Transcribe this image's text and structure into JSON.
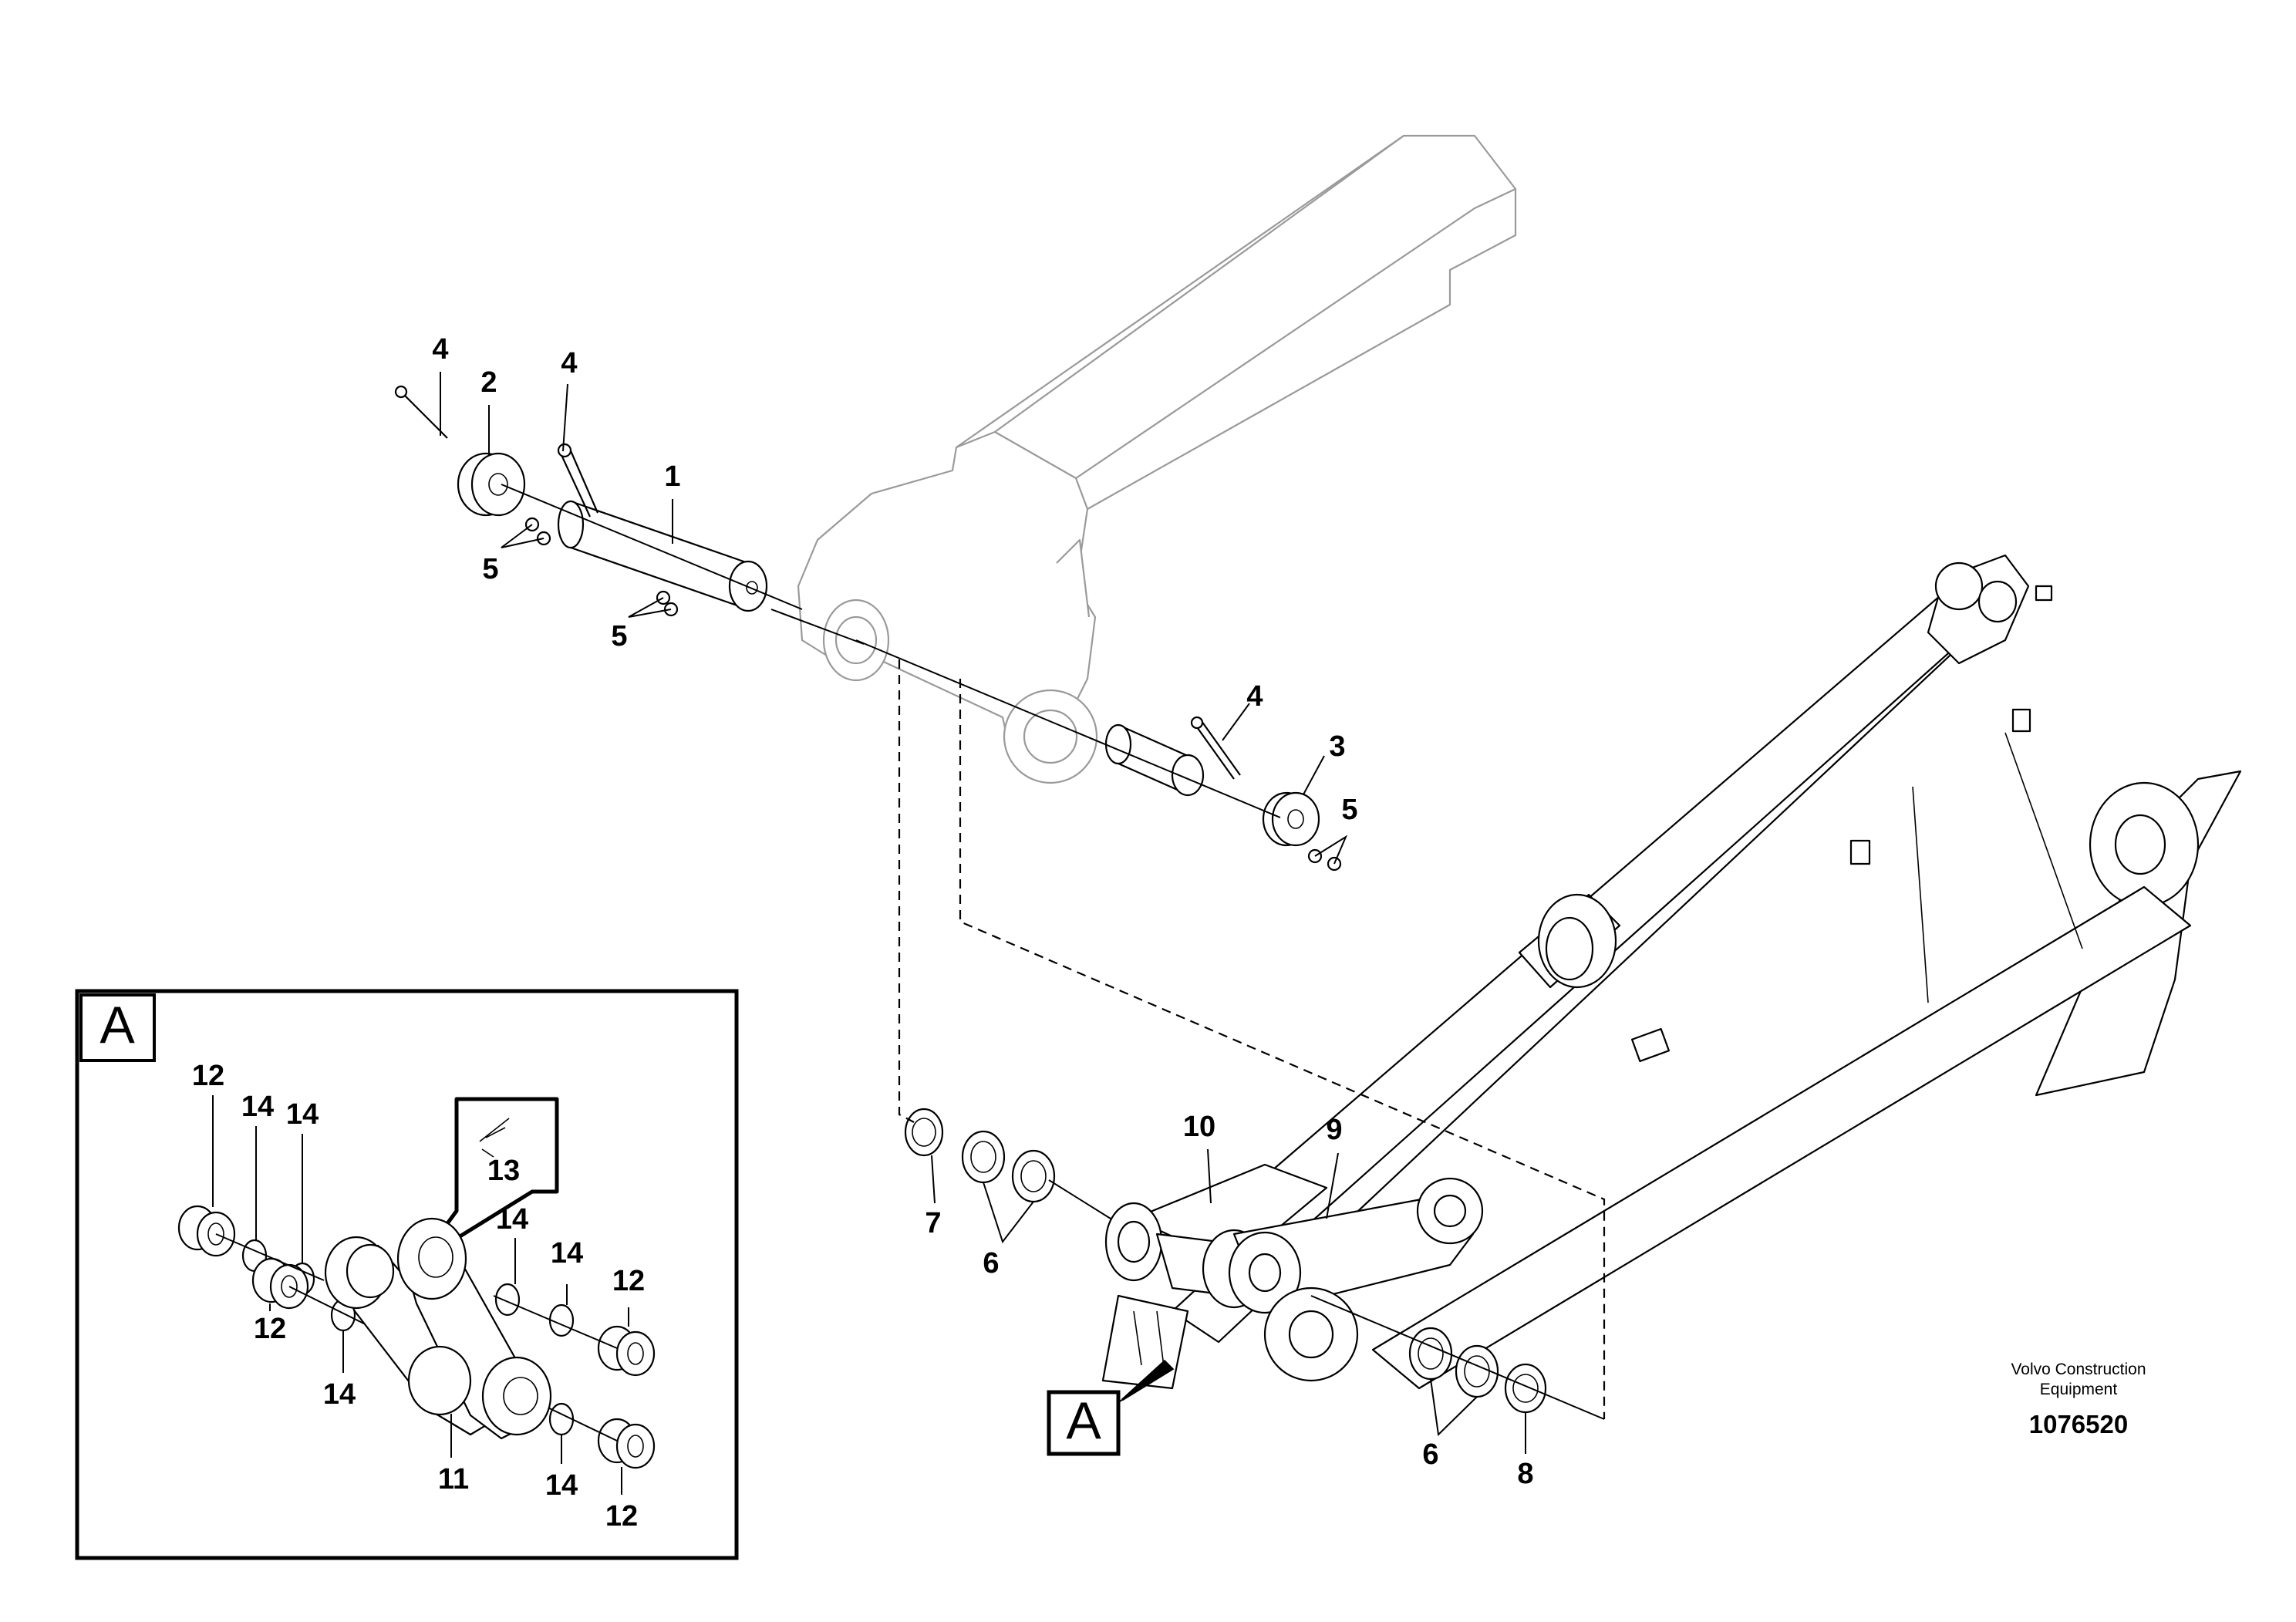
{
  "diagram": {
    "callouts_main": [
      {
        "id": "c-4a",
        "text": "4"
      },
      {
        "id": "c-2",
        "text": "2"
      },
      {
        "id": "c-4b",
        "text": "4"
      },
      {
        "id": "c-1",
        "text": "1"
      },
      {
        "id": "c-5a",
        "text": "5"
      },
      {
        "id": "c-5b",
        "text": "5"
      },
      {
        "id": "c-4c",
        "text": "4"
      },
      {
        "id": "c-3",
        "text": "3"
      },
      {
        "id": "c-5c",
        "text": "5"
      },
      {
        "id": "c-10",
        "text": "10"
      },
      {
        "id": "c-9",
        "text": "9"
      },
      {
        "id": "c-7",
        "text": "7"
      },
      {
        "id": "c-6a",
        "text": "6"
      },
      {
        "id": "c-6b",
        "text": "6"
      },
      {
        "id": "c-8",
        "text": "8"
      }
    ],
    "callouts_detail": [
      {
        "id": "d-12a",
        "text": "12"
      },
      {
        "id": "d-14a",
        "text": "14"
      },
      {
        "id": "d-14b",
        "text": "14"
      },
      {
        "id": "d-13",
        "text": "13"
      },
      {
        "id": "d-14c",
        "text": "14"
      },
      {
        "id": "d-14d",
        "text": "14"
      },
      {
        "id": "d-12b",
        "text": "12"
      },
      {
        "id": "d-12c",
        "text": "12"
      },
      {
        "id": "d-14e",
        "text": "14"
      },
      {
        "id": "d-11",
        "text": "11"
      },
      {
        "id": "d-14f",
        "text": "14"
      },
      {
        "id": "d-12d",
        "text": "12"
      }
    ],
    "detail_view_letter": "A",
    "detail_reference_letter": "A",
    "company": "Volvo Construction\nEquipment",
    "company_line1": "Volvo Construction",
    "company_line2": "Equipment",
    "document_number": "1076520"
  }
}
